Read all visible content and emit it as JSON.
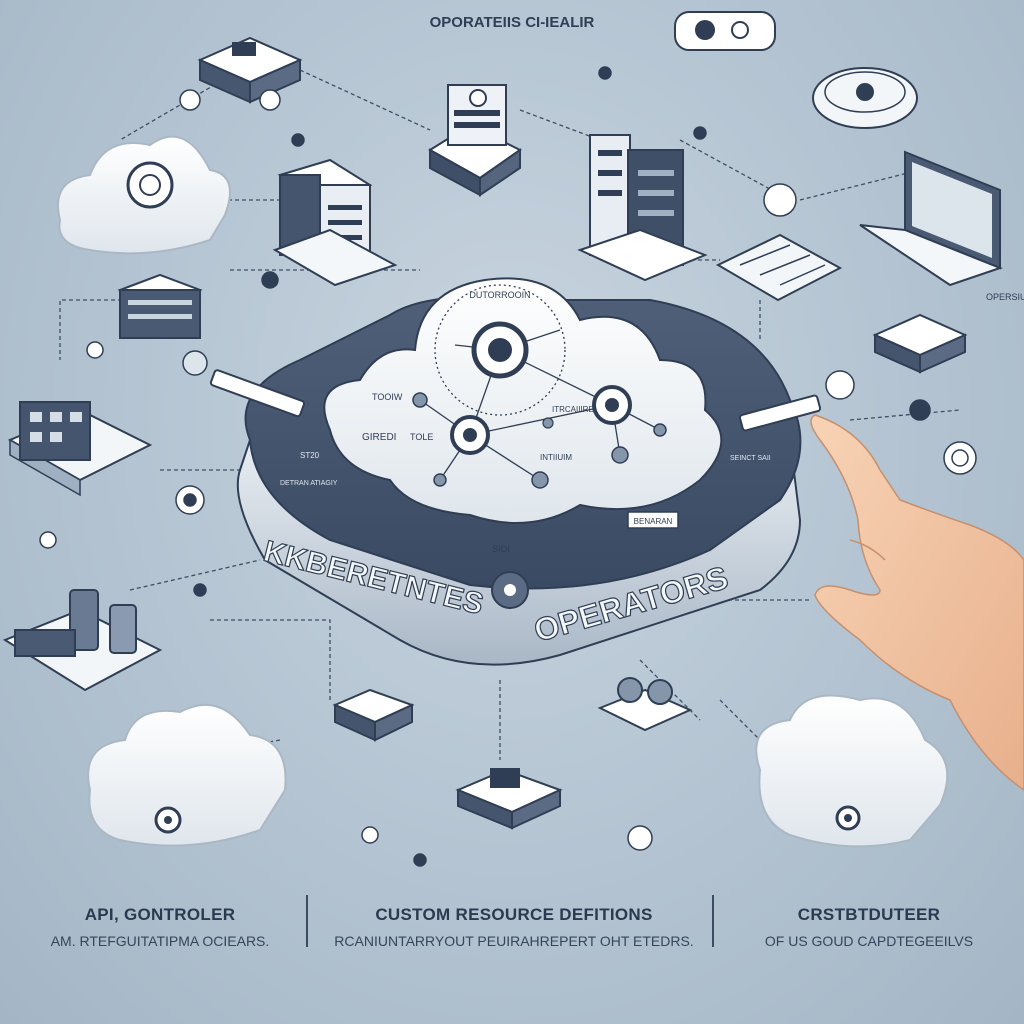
{
  "header": {
    "title": "OPORATEIIS CI-IEALIR"
  },
  "platform": {
    "front_word_left": "KKBERETNTES",
    "front_word_right": "OPERATORS",
    "labels": {
      "top": "DUTORROOIN",
      "left_a": "TOOIW",
      "left_b": "GIREDI",
      "left_c": "TOLE",
      "right_a": "ITRCAIIIRD",
      "right_b": "INTIIUIM",
      "side_left": "ST20",
      "side_left_2": "DETRAN ATIAGIY",
      "side_right": "SEINCT SAII",
      "plate_right": "BENARAN",
      "plate_bottom": "SIOI"
    }
  },
  "side_label_right": "OPERSIUITEER",
  "footer": {
    "columns": [
      {
        "heading": "API, GONTROLER",
        "sub": "AM. RTEFGUITATIPMA OCIEARS."
      },
      {
        "heading": "CUSTOM RESOURCE DEFITIONS",
        "sub": "RCANIUNTARRYOUT PEUIRAHREPERT OHT ETEDRS."
      },
      {
        "heading": "CRSTBTDUTEER",
        "sub": "OF US GOUD CAPDTEGEEILVS"
      }
    ]
  },
  "colors": {
    "accent": "#46566e",
    "background": "#b8c7d4",
    "device": "#ffffff"
  }
}
